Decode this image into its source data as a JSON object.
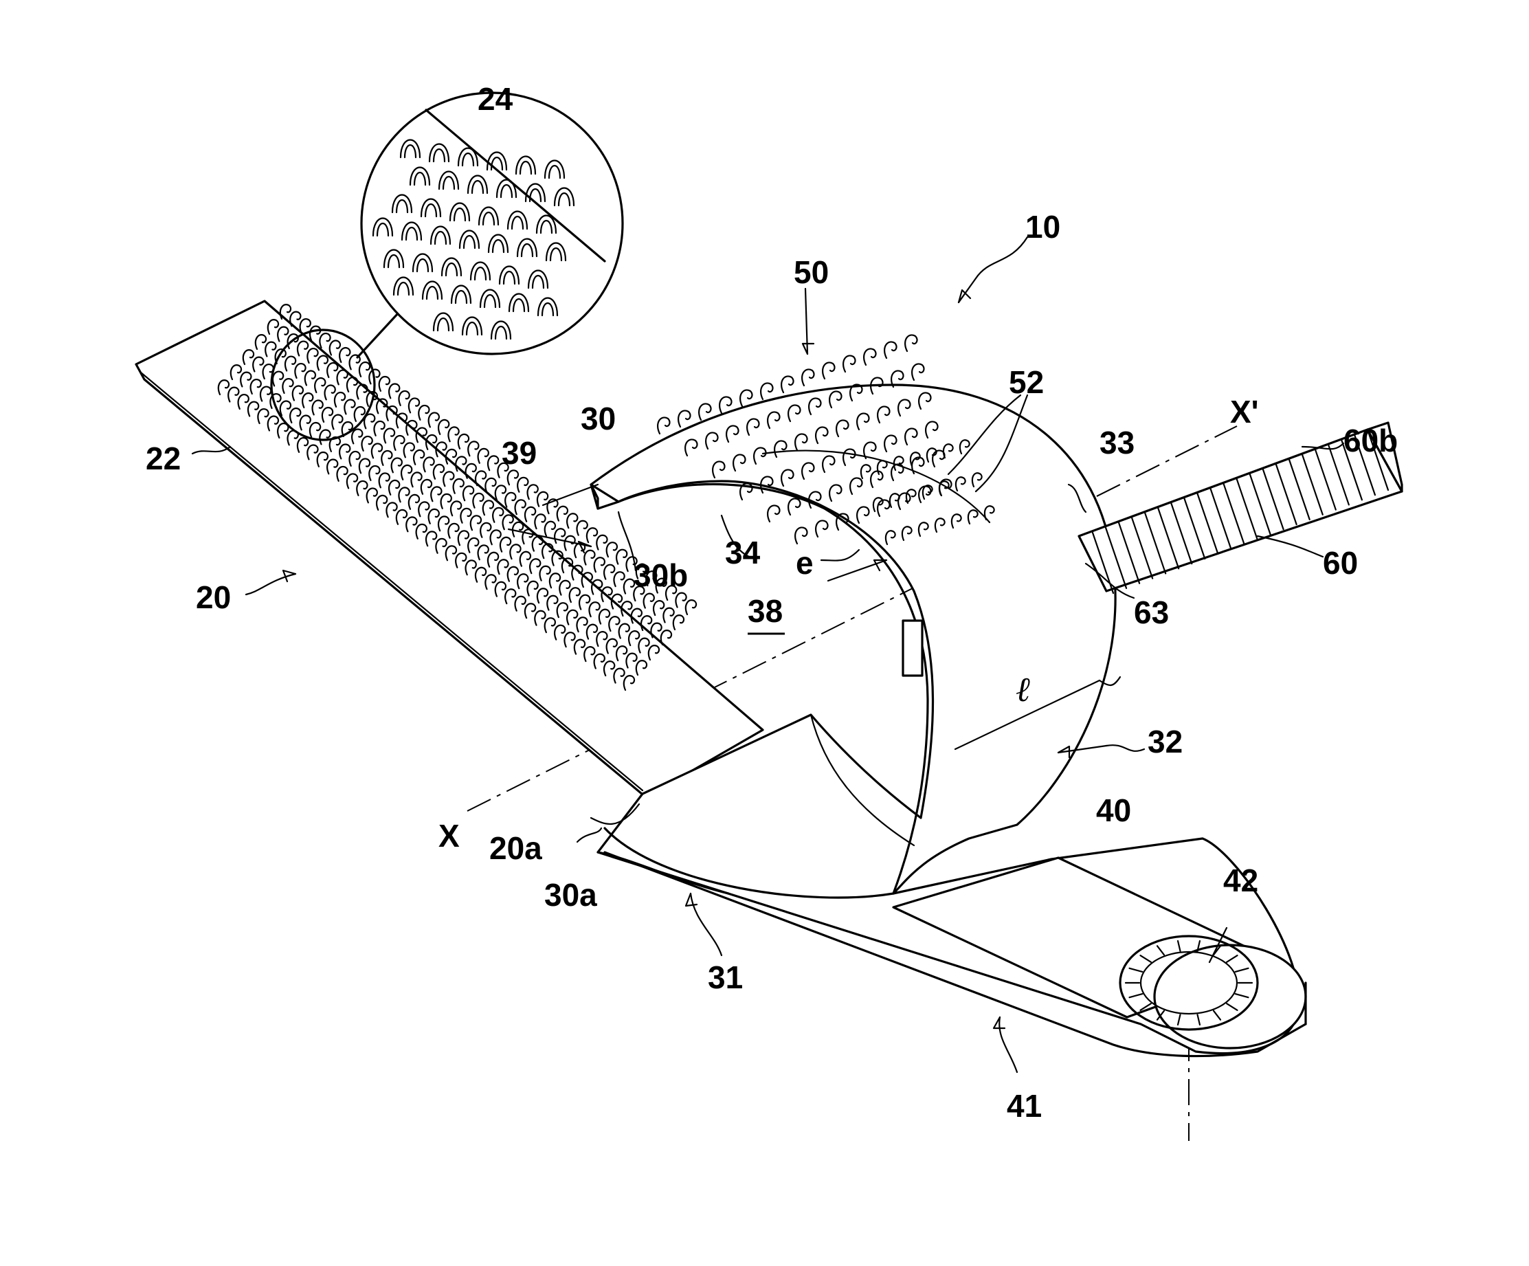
{
  "labels": {
    "device": "10",
    "strap": "20",
    "strap_end": "20a",
    "hooks_strap": "22",
    "loops": "24",
    "collar": "30",
    "collar_end_a": "30a",
    "collar_end_b": "30b",
    "collar_bottom": "31",
    "collar_outer": "32",
    "collar_edge": "33",
    "collar_inner": "34",
    "bore": "38",
    "opening": "39",
    "foot": "40",
    "foot_bottom": "41",
    "hole": "42",
    "hook_zone": "50",
    "hook_rows": "52",
    "rod": "60",
    "rod_end": "60b",
    "rod_base": "63",
    "axis_x": "X",
    "axis_x_prime": "X'",
    "thickness": "e",
    "width": "ℓ"
  }
}
